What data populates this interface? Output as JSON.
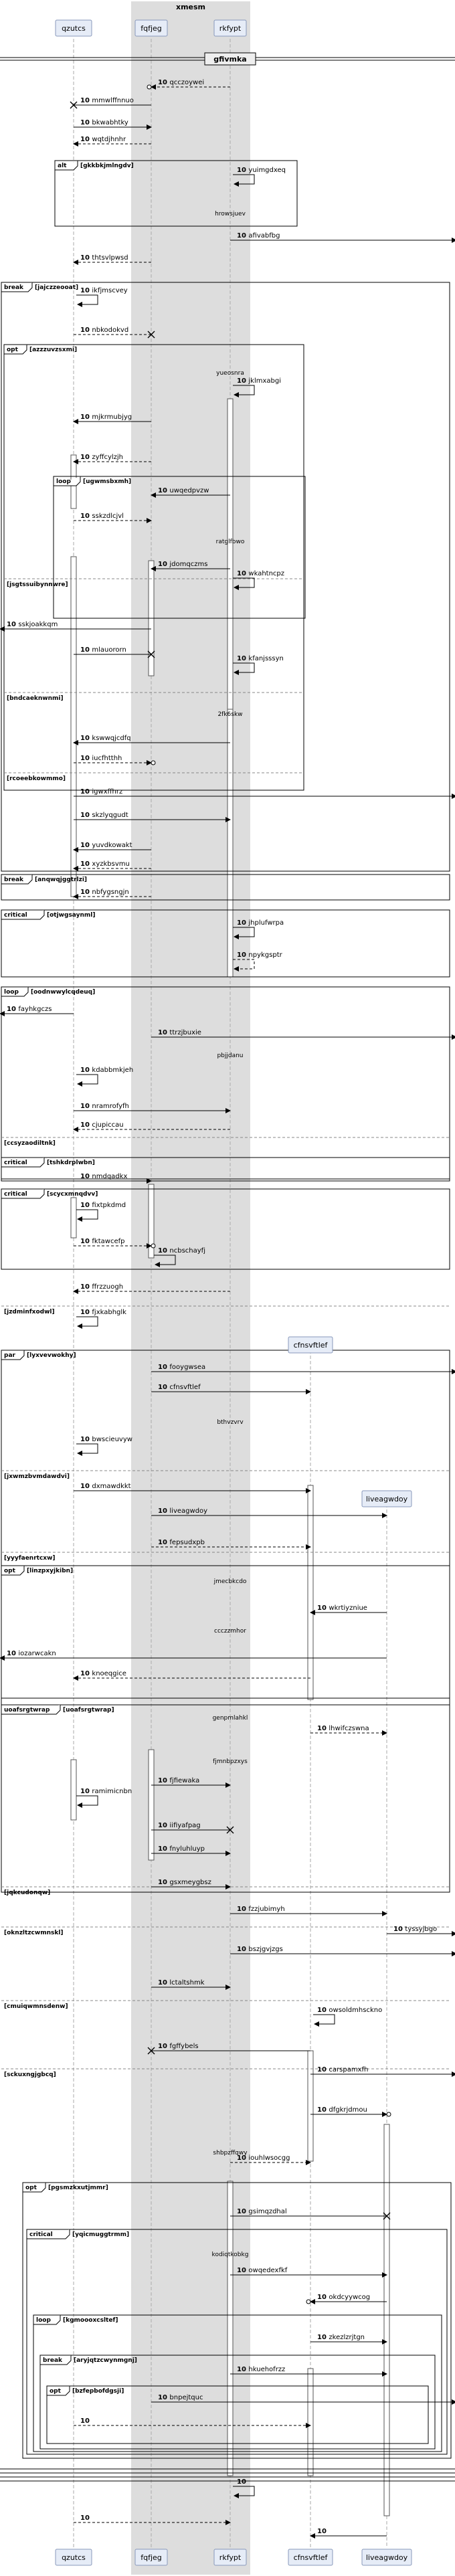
{
  "participants": [
    {
      "id": "qzutcs",
      "label": "qzutcs"
    },
    {
      "id": "fqfjeg",
      "label": "fqfjeg"
    },
    {
      "id": "rkfypt",
      "label": "rkfypt"
    },
    {
      "id": "cfnsvftlef",
      "label": "cfnsvftlef"
    },
    {
      "id": "liveagwdoy",
      "label": "liveagwdoy"
    }
  ],
  "box_title": "xmesm",
  "divider_label": "gfivmka",
  "colors": {
    "lifeline": "#aaaaaa",
    "box_fill": "#dddddd",
    "participant_fill": "#e6ecf7",
    "participant_stroke": "#8899bb",
    "frame_stroke": "#000000",
    "separator": "#888888"
  },
  "messages": [
    "qcczoywei",
    "mmwlffnnuo",
    "bkwabhtky",
    "wqtdjhnhr",
    "yuimgdxeq",
    "hrowsjuev",
    "afivabfbg",
    "thtsvlpwsd",
    "ikfjmscvey",
    "nbkodokvd",
    "yueosnra",
    "jklmxabgi",
    "mjkrmubjyg",
    "zyffcylzjh",
    "uwqedpvzw",
    "sskzdlcjvl",
    "ratglfbwo",
    "jdomqczms",
    "wkahtncpz",
    "sskjoakkqm",
    "mlauororn",
    "kfanjsssyn",
    "2fk6skw",
    "kswwqjcdfq",
    "iucfhtthh",
    "igwxffhrz",
    "skzlyqgudt",
    "yuvdkowakt",
    "xyzkbsvmu",
    "nbfygsngjn",
    "jhplufwrpa",
    "npykgsptr",
    "fayhkgczs",
    "ttrzjbuxie",
    "pbjjdanu",
    "kdabbmkjeh",
    "nramrofyfh",
    "cjupiccau",
    "nmdqadkx",
    "fixtpkdmd",
    "fktawcefp",
    "ncbschayfj",
    "ffrzzuogh",
    "fjxkabhglk",
    "fooygwsea",
    "cfnsvftlef",
    "bthvzvrv",
    "bwscieuvyw",
    "dxmawdkkt",
    "liveagwdoy",
    "fepsudxpb",
    "jmecbkcdo",
    "wkrtiyzniue",
    "ccczzmhor",
    "iozarwcakn",
    "knoeqgice",
    "genpmlahkl",
    "lhwifczswna",
    "fjmnbpzxys",
    "fjfiewaka",
    "ramimicnbn",
    "iifiyafpag",
    "fnyluhluyp",
    "gsxmeygbsz",
    "fzzjubimyh",
    "tyssyjbgo",
    "bszjgvjzgs",
    "lctaltshmk",
    "owsoldmhsckno",
    "fgffybels",
    "carspamxfh",
    "dfgkrjdmou",
    "shbpzffqwy",
    "iouhlwsocgg",
    "gsimqzdhal",
    "kodiqtkobkg",
    "owqedexfkf",
    "okdcyywcog",
    "zkezlzrjtgn",
    "hkuehofrzz",
    "bnpejtquc"
  ],
  "fragments": [
    "alt",
    "gkkbkjmlngdv",
    "break",
    "jajczzeooat",
    "opt",
    "azzzuvzsxmi",
    "loop",
    "ugwmsbxmh",
    "jsgtssuibynnwre",
    "bndcaeknwnmi",
    "rcoeebkowmmo",
    "break",
    "anqwqjggtrlzi",
    "critical",
    "otjwgsaynml",
    "loop",
    "oodnwwylcqdeuq",
    "ccsyzaodiltnk",
    "critical",
    "tshkdrplwbn",
    "critical",
    "scycxmnqdvv",
    "jzdminfxodwl",
    "par",
    "lyxvevwokhy",
    "jxwmzbvmdawdvi",
    "yyyfaenrtcxw",
    "opt",
    "linzpxyjkibn",
    "uoafsrgtwrap",
    "jqkcudonqw",
    "oknzltzcwmnskl",
    "cmuiqwmnsdenw",
    "sckuxngjgbcq",
    "opt",
    "pgsmzkxutjmmr",
    "critical",
    "yqicmuggtrmm",
    "loop",
    "kgmoooxcsltef",
    "break",
    "aryjqtzcwynmgnj",
    "opt",
    "bzfepbofdgsji"
  ],
  "step_number": "10"
}
